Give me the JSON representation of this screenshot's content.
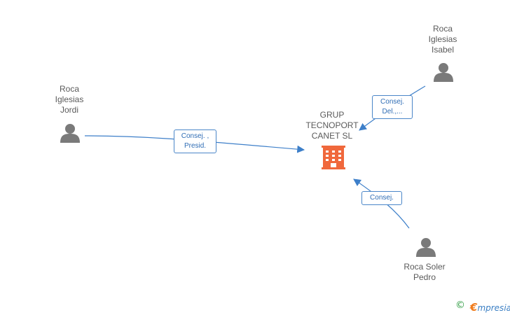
{
  "nodes": {
    "company": {
      "lines": [
        "GRUP",
        "TECNOPORT",
        "CANET SL"
      ],
      "icon": "building-icon",
      "color": "#f0683c"
    },
    "jordi": {
      "lines": [
        "Roca",
        "Iglesias",
        "Jordi"
      ],
      "icon": "person-icon"
    },
    "isabel": {
      "lines": [
        "Roca",
        "Iglesias",
        "Isabel"
      ],
      "icon": "person-icon"
    },
    "pedro": {
      "lines": [
        "Roca Soler",
        "Pedro"
      ],
      "icon": "person-icon"
    }
  },
  "edges": {
    "jordi": {
      "lines": [
        "Consej. ,",
        "Presid."
      ]
    },
    "isabel": {
      "lines": [
        "Consej.",
        "Del.,..."
      ]
    },
    "pedro": {
      "lines": [
        "Consej."
      ]
    }
  },
  "colors": {
    "edge": "#3d7fc9",
    "person": "#7a7a7a",
    "label_text": "#5a5a5a"
  },
  "footer": {
    "copyright": "©",
    "brand_first": "€",
    "brand_rest": "mpresia"
  }
}
